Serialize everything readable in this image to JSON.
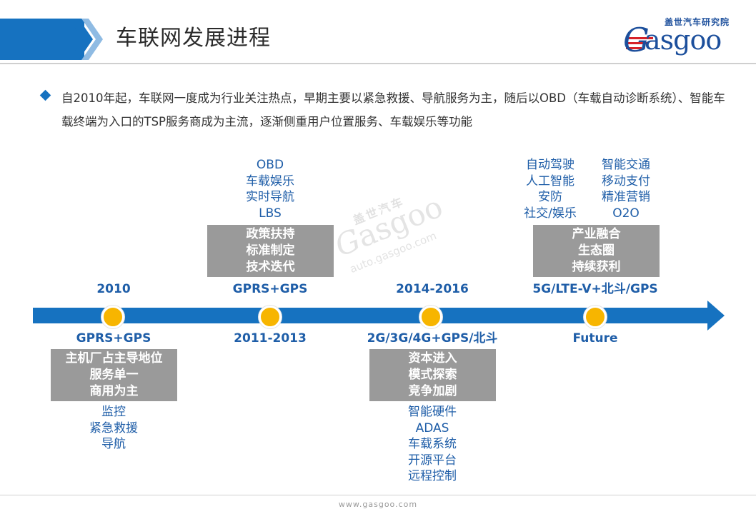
{
  "header": {
    "title": "车联网发展进程",
    "logo_cn": "盖世汽车研究院",
    "logo_word": "asgoo"
  },
  "intro": {
    "text": "自2010年起，车联网一度成为行业关注热点，早期主要以紧急救援、导航服务为主，随后以OBD（车载自动诊断系统）、智能车载终端为入口的TSP服务商成为主流，逐渐侧重用户位置服务、车载娱乐等功能"
  },
  "watermark": {
    "cn": "盖世汽车",
    "word": "asgoo",
    "url": "auto.gasgoo.com"
  },
  "stages": [
    {
      "above": "2010",
      "below": "GPRS+GPS",
      "box": [
        "主机厂占主导地位",
        "服务单一",
        "商用为主"
      ],
      "list": [
        "监控",
        "紧急救援",
        "导航"
      ]
    },
    {
      "above": "GPRS+GPS",
      "below": "2011-2013",
      "box": [
        "政策扶持",
        "标准制定",
        "技术迭代"
      ],
      "list": [
        "OBD",
        "车载娱乐",
        "实时导航",
        "LBS"
      ]
    },
    {
      "above": "2014-2016",
      "below": "2G/3G/4G+GPS/北斗",
      "box": [
        "资本进入",
        "模式探索",
        "竞争加剧"
      ],
      "list": [
        "智能硬件",
        "ADAS",
        "车载系统",
        "开源平台",
        "远程控制"
      ]
    },
    {
      "above": "5G/LTE-V+北斗/GPS",
      "below": "Future",
      "box": [
        "产业融合",
        "生态圈",
        "持续获利"
      ],
      "list_left": [
        "自动驾驶",
        "人工智能",
        "安防",
        "社交/娱乐"
      ],
      "list_right": [
        "智能交通",
        "移动支付",
        "精准营销",
        "O2O"
      ]
    }
  ],
  "footer": {
    "url": "www.gasgoo.com"
  },
  "colors": {
    "primary_blue": "#1672c0",
    "dot_yellow": "#f7b500",
    "box_gray": "#9a9a9a",
    "logo_red": "#d62229"
  }
}
